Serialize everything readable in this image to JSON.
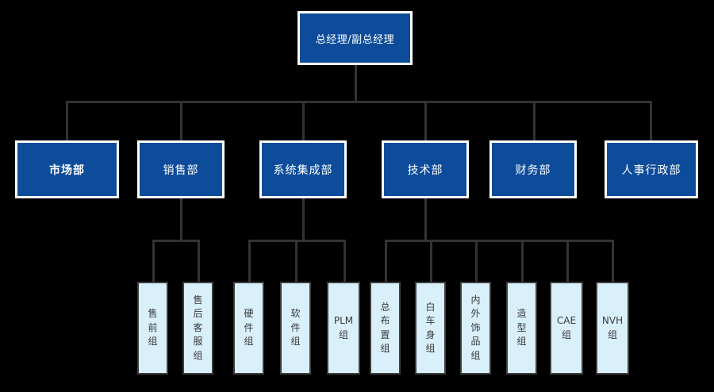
{
  "chart_data": {
    "type": "diagram",
    "diagram_type": "organization-chart",
    "title": "",
    "background_color": "#000000",
    "colors": {
      "node_blue_fill": "#0d4c9b",
      "node_blue_border": "#ffffff",
      "node_blue_text": "#ffffff",
      "node_light_fill": "#d9f0fb",
      "node_light_border": "#3d3d3d",
      "node_light_text": "#3a3a3a",
      "connector": "#333333"
    },
    "levels": 3,
    "node_count": 18
  },
  "root": {
    "label": "总经理/副总经理"
  },
  "departments": [
    {
      "label": "市场部",
      "bold": true,
      "children": []
    },
    {
      "label": "销售部",
      "bold": false,
      "children": [
        "售前组",
        "售后客服组"
      ]
    },
    {
      "label": "系统集成部",
      "bold": false,
      "children": [
        "硬件组",
        "软件组",
        "PLM组"
      ]
    },
    {
      "label": "技术部",
      "bold": false,
      "children": [
        "总布置组",
        "白车身组",
        "内外饰品组",
        "造型组",
        "CAE组",
        "NVH组"
      ]
    },
    {
      "label": "财务部",
      "bold": false,
      "children": []
    },
    {
      "label": "人事行政部",
      "bold": false,
      "children": []
    }
  ],
  "groups": [
    {
      "label": "售前组",
      "chars": [
        "售",
        "前",
        "组"
      ]
    },
    {
      "label": "售后客服组",
      "chars": [
        "售",
        "后",
        "客",
        "服",
        "组"
      ]
    },
    {
      "label": "硬件组",
      "chars": [
        "硬",
        "件",
        "组"
      ]
    },
    {
      "label": "软件组",
      "chars": [
        "软",
        "件",
        "组"
      ]
    },
    {
      "label": "PLM组",
      "chars": [
        "PLM",
        "组"
      ]
    },
    {
      "label": "总布置组",
      "chars": [
        "总",
        "布",
        "置",
        "组"
      ]
    },
    {
      "label": "白车身组",
      "chars": [
        "白",
        "车",
        "身",
        "组"
      ]
    },
    {
      "label": "内外饰品组",
      "chars": [
        "内",
        "外",
        "饰",
        "品",
        "组"
      ]
    },
    {
      "label": "造型组",
      "chars": [
        "造",
        "型",
        "组"
      ]
    },
    {
      "label": "CAE组",
      "chars": [
        "CAE",
        "组"
      ]
    },
    {
      "label": "NVH组",
      "chars": [
        "NVH",
        "组"
      ]
    }
  ]
}
